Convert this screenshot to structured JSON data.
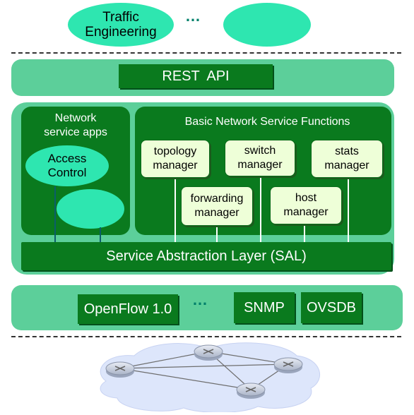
{
  "apps": {
    "traffic_engineering": "Traffic\nEngineering",
    "ellipsis": "…"
  },
  "rest_api": "REST  API",
  "network_service_apps": {
    "title": "Network\nservice apps",
    "access_control": "Access\nControl"
  },
  "basic_functions": {
    "title": "Basic Network Service Functions",
    "topology_manager": "topology\nmanager",
    "switch_manager": "switch\nmanager",
    "stats_manager": "stats\nmanager",
    "forwarding_manager": "forwarding\nmanager",
    "host_manager": "host\nmanager"
  },
  "sal": "Service Abstraction Layer (SAL)",
  "southbound": {
    "openflow": "OpenFlow 1.0",
    "ellipsis": "…",
    "snmp": "SNMP",
    "ovsdb": "OVSDB"
  },
  "colors": {
    "dark_green": "#0a7a1e",
    "mid_green": "#5ccf9a",
    "ellipse": "#2ee6b0",
    "light_box": "#eeffd8"
  }
}
